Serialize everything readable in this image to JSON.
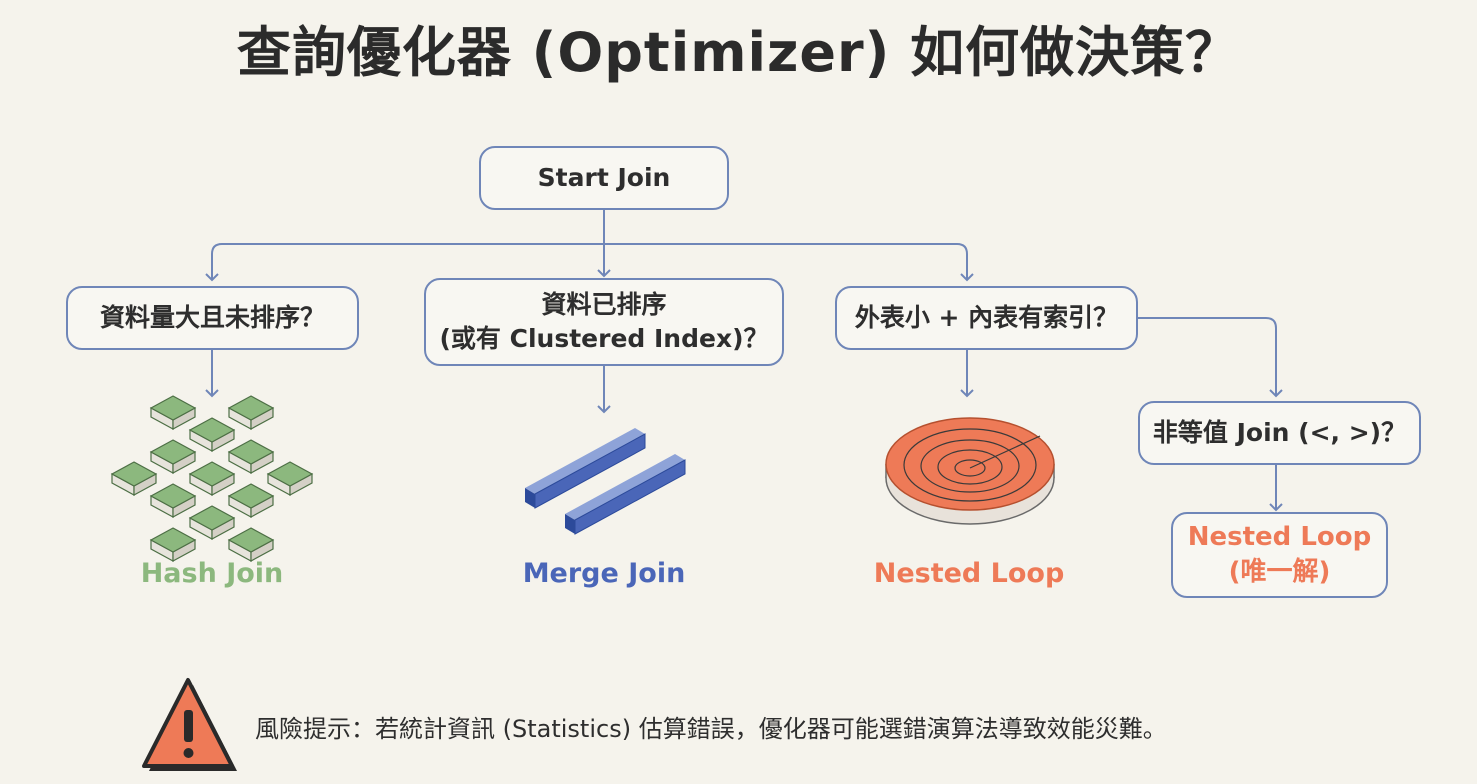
{
  "title": "查詢優化器 (Optimizer) 如何做決策？",
  "nodes": {
    "start": "Start Join",
    "q_hash": "資料量大且未排序？",
    "q_merge_line1": "資料已排序",
    "q_merge_line2": "(或有 Clustered Index)？",
    "q_nested": "外表小 + 內表有索引？",
    "q_nonequi": "非等值 Join (<, >)？"
  },
  "results": {
    "hash": "Hash Join",
    "merge": "Merge Join",
    "nested": "Nested Loop",
    "nonequi_line1": "Nested Loop",
    "nonequi_line2": "(唯一解)"
  },
  "warning": {
    "text": "風險提示：若統計資訊 (Statistics) 估算錯誤，優化器可能選錯演算法導致效能災難。",
    "icon": "warning-triangle-icon"
  },
  "colors": {
    "hash": "#8cb87e",
    "merge": "#4a66b8",
    "nested": "#ee7a57",
    "border": "#6f86b8",
    "arrow": "#6f86b8"
  }
}
